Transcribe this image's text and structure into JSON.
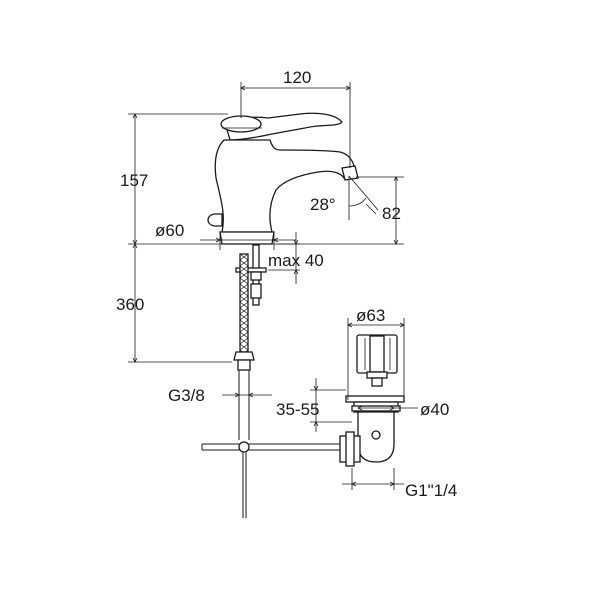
{
  "dimensions": {
    "width_top": "120",
    "height_body": "157",
    "spout_angle": "28°",
    "spout_height": "82",
    "base_diameter": "ø60",
    "max_thickness": "max 40",
    "hose_length": "360",
    "hose_thread": "G3/8",
    "drain_cap_diameter": "ø63",
    "drain_range": "35-55",
    "drain_diameter": "ø40",
    "drain_thread": "G1\"1/4"
  }
}
